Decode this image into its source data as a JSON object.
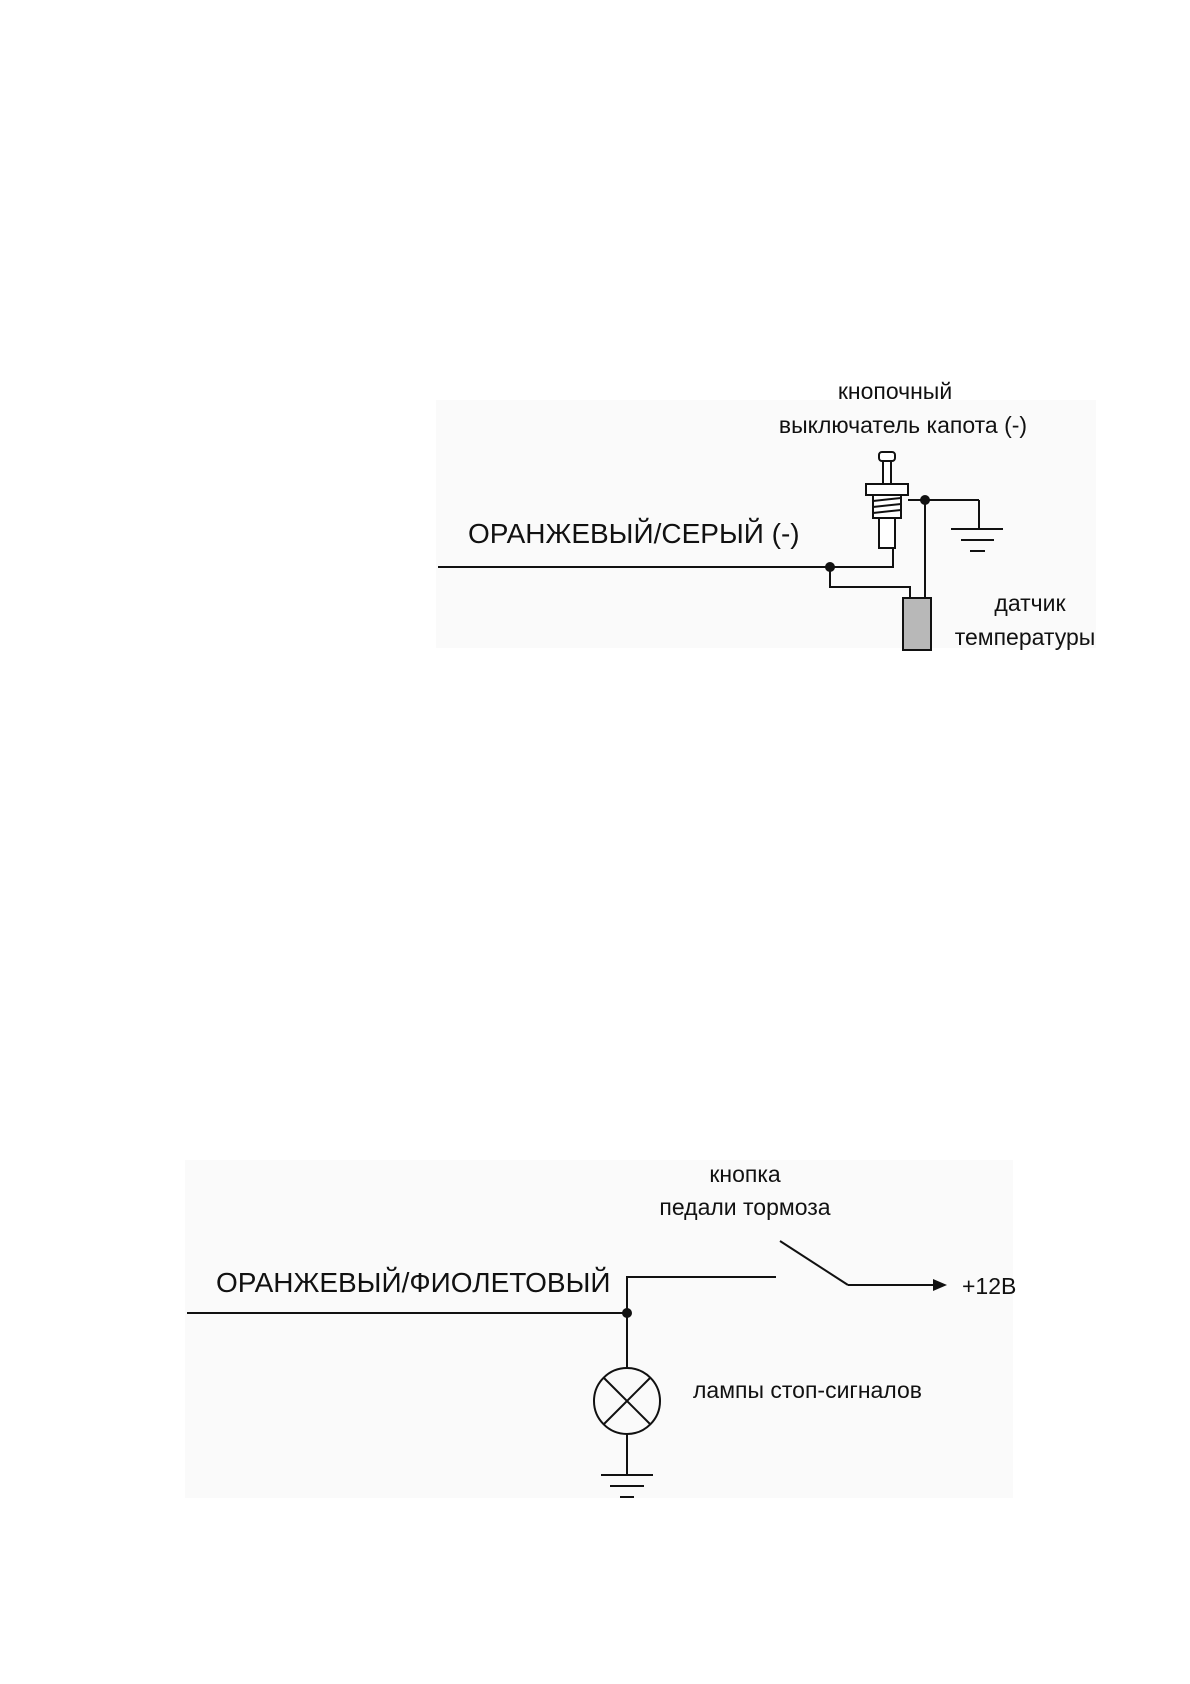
{
  "diagrams": {
    "hood": {
      "wire_label": "ОРАНЖЕВЫЙ/СЕРЫЙ (-)",
      "switch_label_line1": "кнопочный",
      "switch_label_line2": "выключатель капота (-)",
      "sensor_label_line1": "датчик",
      "sensor_label_line2": "температуры"
    },
    "brake": {
      "wire_label": "ОРАНЖЕВЫЙ/ФИОЛЕТОВЫЙ",
      "button_label_line1": "кнопка",
      "button_label_line2": "педали тормоза",
      "supply_label": "+12В",
      "lamp_label": "лампы стоп-сигналов"
    }
  },
  "colors": {
    "line": "#111111",
    "sensor_fill": "#b8b8b8",
    "panel_tint": "#fafafa"
  }
}
